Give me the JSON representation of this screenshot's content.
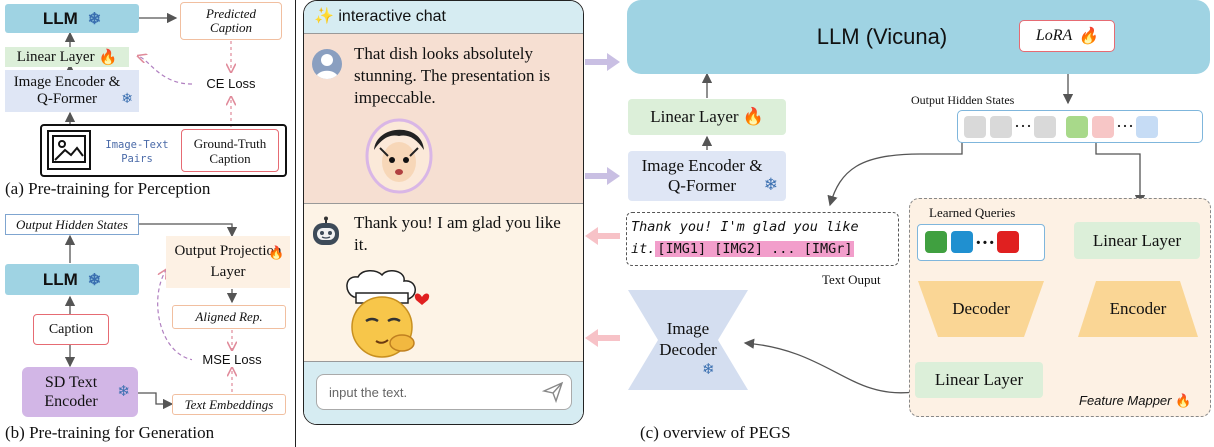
{
  "colors": {
    "llm_blue": "#9fd3e3",
    "linear_green": "#dcefd9",
    "encoder_blue": "#dfe6f5",
    "caption_pink": "#e66b73",
    "chat_top_bg": "#f6dfd2",
    "chat_bottom_bg": "#fdf3e6",
    "chat_header_bg": "#d6ecf2",
    "token_highlight": "#f29ecb",
    "feature_bg": "#fdf1e4",
    "decoder_orange": "#fad695",
    "image_decoder_bg": "#d4def0"
  },
  "icons": [
    "snowflake-icon",
    "fire-icon",
    "image-icon",
    "user-avatar-icon",
    "robot-icon",
    "sparkles-icon",
    "send-icon"
  ],
  "panel_a": {
    "llm": "LLM",
    "predicted_caption": "Predicted Caption",
    "linear_layer": "Linear Layer",
    "image_encoder": "Image Encoder & Q-Former",
    "ce_loss": "CE Loss",
    "image_text_pairs": "Image-Text Pairs",
    "ground_truth_caption": "Ground-Truth Caption",
    "caption": "(a) Pre-training for Perception"
  },
  "panel_b": {
    "output_hidden_states": "Output Hidden States",
    "llm": "LLM",
    "output_projection": "Output Projection Layer",
    "caption_box": "Caption",
    "aligned_rep": "Aligned Rep.",
    "mse_loss": "MSE Loss",
    "sd_text_encoder": "SD Text Encoder",
    "text_embeddings": "Text Embeddings",
    "caption": "(b) Pre-training for Generation"
  },
  "chat": {
    "header": "interactive chat",
    "user_message": "That dish looks absolutely stunning. The presentation is impeccable.",
    "bot_message": "Thank you! I am glad you like it.",
    "input_placeholder": "input the text."
  },
  "panel_c": {
    "llm": "LLM (Vicuna)",
    "lora": "LoRA",
    "output_hidden_states": "Output Hidden States",
    "linear_layer": "Linear Layer",
    "image_encoder": "Image Encoder & Q-Former",
    "text_output_line1": "Thank you! I'm glad you like",
    "text_output_line2_prefix": "it.",
    "text_output_tokens": "[IMG1] [IMG2] ... [IMGr]",
    "text_output_label": "Text Ouput",
    "learned_queries": "Learned Queries",
    "fm_linear_top": "Linear Layer",
    "decoder": "Decoder",
    "encoder": "Encoder",
    "fm_linear_bottom": "Linear Layer",
    "image_decoder": "Image Decoder",
    "feature_mapper": "Feature Mapper",
    "dots": "···",
    "caption": "(c) overview of PEGS"
  }
}
